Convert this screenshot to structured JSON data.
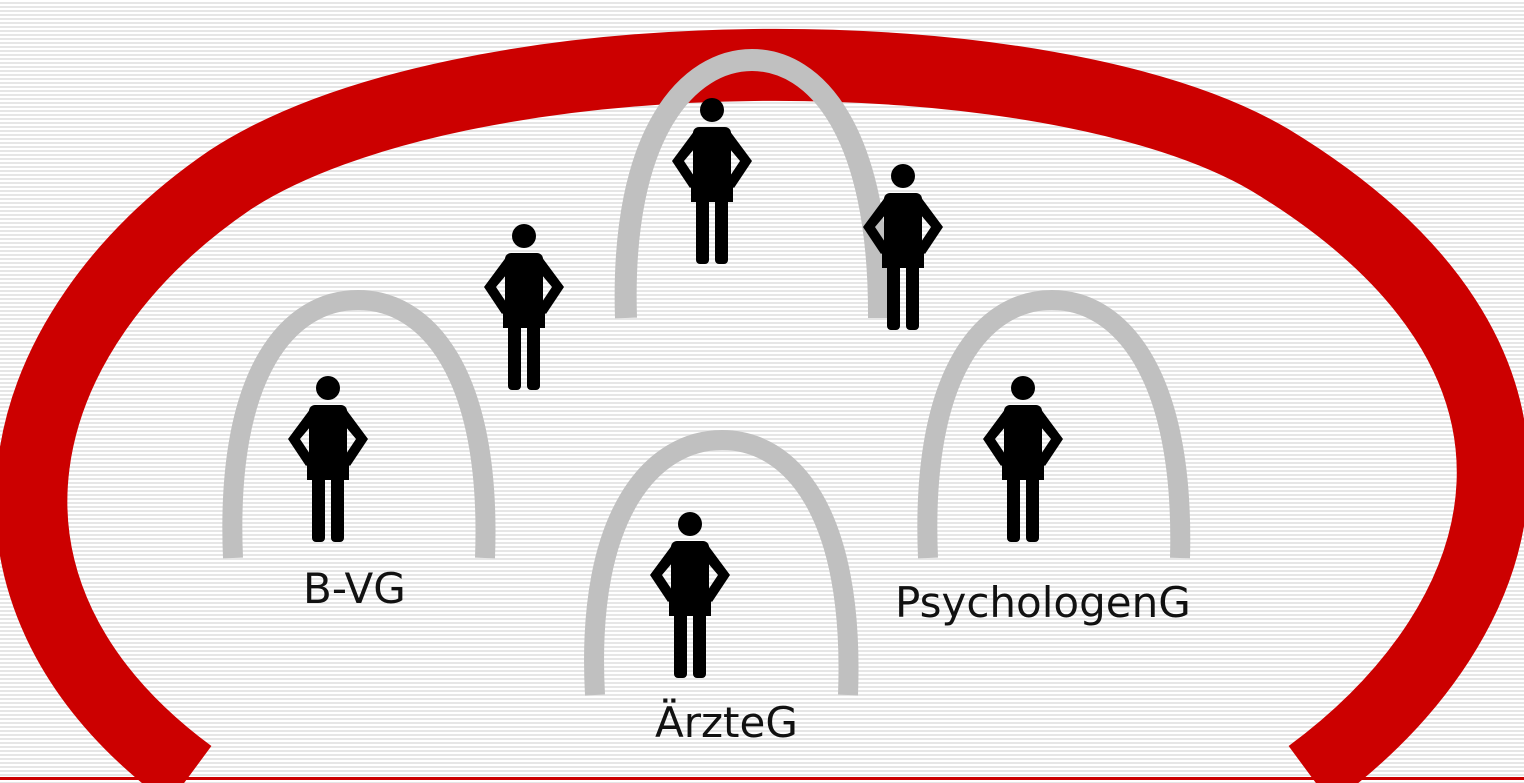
{
  "labels": {
    "bvg": "B-VG",
    "aerzte": "ÄrzteG",
    "psychologen": "PsychologenG"
  },
  "colors": {
    "outer_arch": "#cc0000",
    "inner_arch": "#c0c0c0",
    "person": "#000000",
    "background_stripe": "#e6e6e6"
  },
  "icons": [
    "person-icon"
  ]
}
